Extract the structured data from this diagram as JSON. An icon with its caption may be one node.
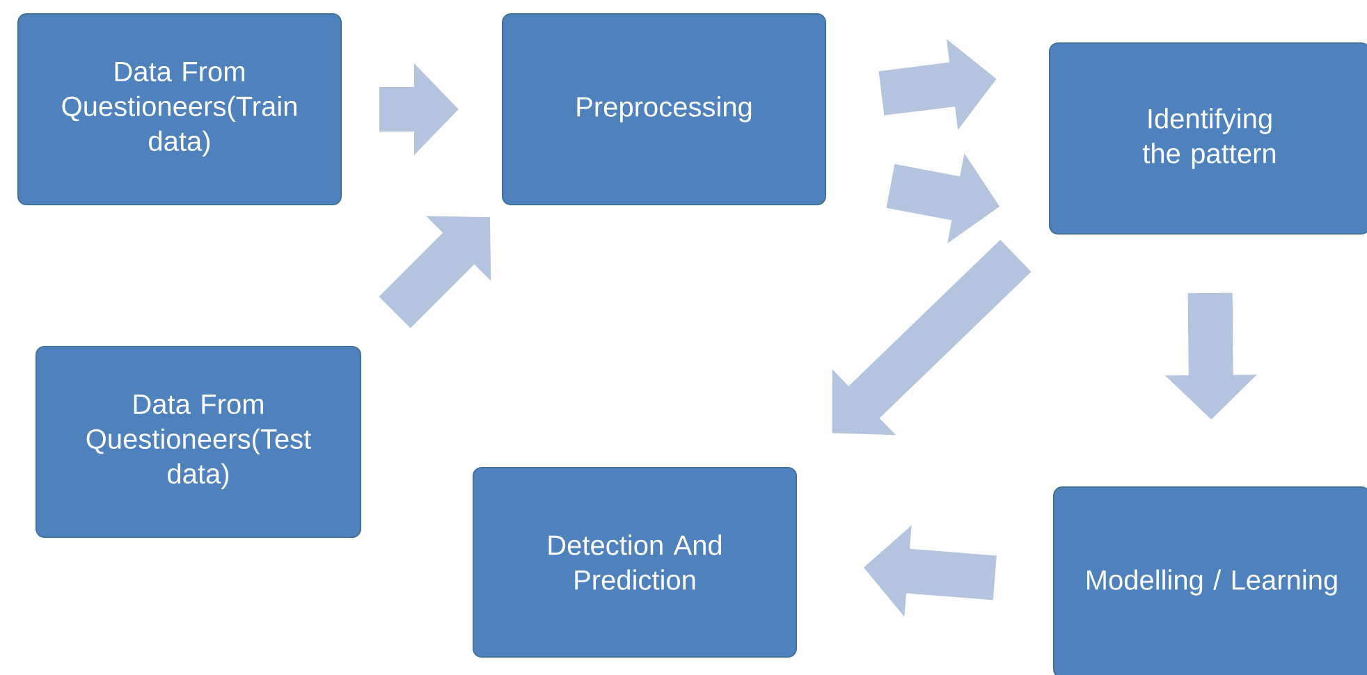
{
  "diagram": {
    "nodes": [
      {
        "text": [
          "Data From Questioneers(Train data)"
        ]
      },
      {
        "text": [
          "Preprocessing"
        ]
      },
      {
        "text": [
          "Identifying the pattern"
        ]
      },
      {
        "text": [
          "Data From Questioneers(Test data)"
        ]
      },
      {
        "text": [
          "Detection And Prediction"
        ]
      },
      {
        "text": [
          "Modelling / Learning"
        ]
      }
    ],
    "edges": [
      {
        "from": 0,
        "to": 1,
        "arrow": "to"
      },
      {
        "from": 1,
        "to": 2,
        "arrow": "to"
      },
      {
        "from": 1,
        "to": 2,
        "arrow": "to"
      },
      {
        "from": 3,
        "to": 1,
        "arrow": "to"
      },
      {
        "from": 2,
        "to": 4,
        "arrow": "to"
      },
      {
        "from": 2,
        "to": 5,
        "arrow": "to"
      },
      {
        "from": 5,
        "to": 4,
        "arrow": "to"
      }
    ]
  }
}
